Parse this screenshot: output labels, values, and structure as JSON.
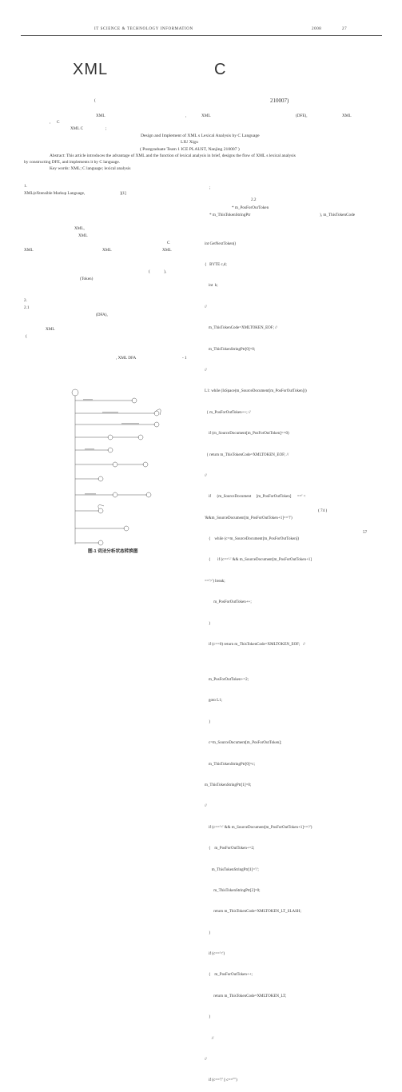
{
  "header": {
    "journal": "IT  SCIENCE & TECHNOLOGY INFORMATION",
    "year": "2008",
    "issue": "27"
  },
  "title": {
    "left": "XML",
    "right": "C"
  },
  "affiliation": {
    "open_paren": "(",
    "postcode": "210007)"
  },
  "abstract_cn": {
    "line1": [
      "XML",
      ",",
      "XML",
      "(DFE),",
      "XML"
    ],
    "line2": [
      ",",
      "C"
    ],
    "line3": [
      "XML C",
      ";"
    ]
  },
  "english": {
    "title": "Design and Implement of XML s Lexical Analysis by C Language",
    "author": "LIU Xigu",
    "affil": "( Postgraduate Team 1 ICE PLAUST, Nanjing 210007 )",
    "abstract": "Abstract: This article introduces the advantage of XML and the function of lexical analysis in brief, designs the flow of XML s lexical analysis",
    "abstract2": "by constructing DFE, and implements it by C language.",
    "keywords": "Key words: XML; C language; lexical analysis"
  },
  "left_column": {
    "section1": "1.",
    "xml_intro": "XML(eXtensible Markup Language,",
    "ref": ")[1]",
    "fragments": [
      "XML,",
      "XML",
      "C",
      "XML",
      "XML",
      "XML",
      "(Token)",
      "(",
      "),"
    ],
    "section2": "2.",
    "section21": "2.1",
    "dfa": "(DFA),",
    "xml_mid": "XML",
    "paren": "(",
    "xml_dfa": ", XML    DFA",
    "fig_ref": "- 1"
  },
  "right_column": {
    "sec22": "2.2",
    "ptr": "* m_PosForOurToken",
    "ptr_decl": "* m_ThisTokenStringPtr",
    "ptr_tail": "), m_ThisTokenCode",
    "code": [
      "int GetNextToken()",
      "{   BYTE c,d;",
      "    int  k;",
      "//",
      "    m_ThisTokenCode=XMLTOKEN_EOF; //",
      "    m_ThisTokenStringPtr[0]=0;",
      "//",
      "L1: while (IsSpace(m_SourceDocument[m_PosForOutToken]))",
      "  { m_PosForOutToken++; //",
      "    if (m_SourceDocument[m_PosForOutToken]==0)",
      "  { return m_ThisTokenCode=XMLTOKEN_EOF; //",
      "//",
      "    if      (m_SourceDocument     [m_PosForOutToken]      ==' <",
      "'&&m_SourceDocument[m_PosForOutToken+1]=='!')",
      "    {    while (c=m_SourceDocument[m_PosForOutToken])",
      "    {       if (c=='-' && m_SourceDocument[m_PosForOutToken+1]",
      "=='>') break;",
      "         m_PosForOutToken++;",
      "    }",
      "    if (c==0) return m_ThisTokenCode=XMLTOKEN_EOF;   //",
      "",
      "    m_PosForOutToken+=2;",
      "    goto L1;",
      "    }",
      "    c=m_SourceDocument[m_PosForOutToken];",
      "    m_ThisTokenStringPtr[0]=c;",
      "m_ThisTokenStringPtr[1]=0;",
      "//",
      "    if (c=='<' && m_SourceDocument[m_PosForOutToken+1]=='/')",
      "    {    m_PosForOutToken+=2;",
      "       m_ThisTokenStringPtr[1]='/';",
      "         m_ThisTokenStringPtr[2]=0;",
      "         return m_ThisTokenCode=XMLTOKEN_LT_SLASH;",
      "    }",
      "    if (c=='<')",
      "    {    m_PosForOutToken++;",
      "         return m_ThisTokenCode=XMLTOKEN_LT;",
      "    }",
      "       //",
      "//",
      "    if (c=='\\'' || c=='\"')"
    ],
    "continued": "(    74  )"
  },
  "figure": {
    "caption": "图-1  词法分析状态转换图"
  },
  "footer": {
    "page": "57"
  }
}
